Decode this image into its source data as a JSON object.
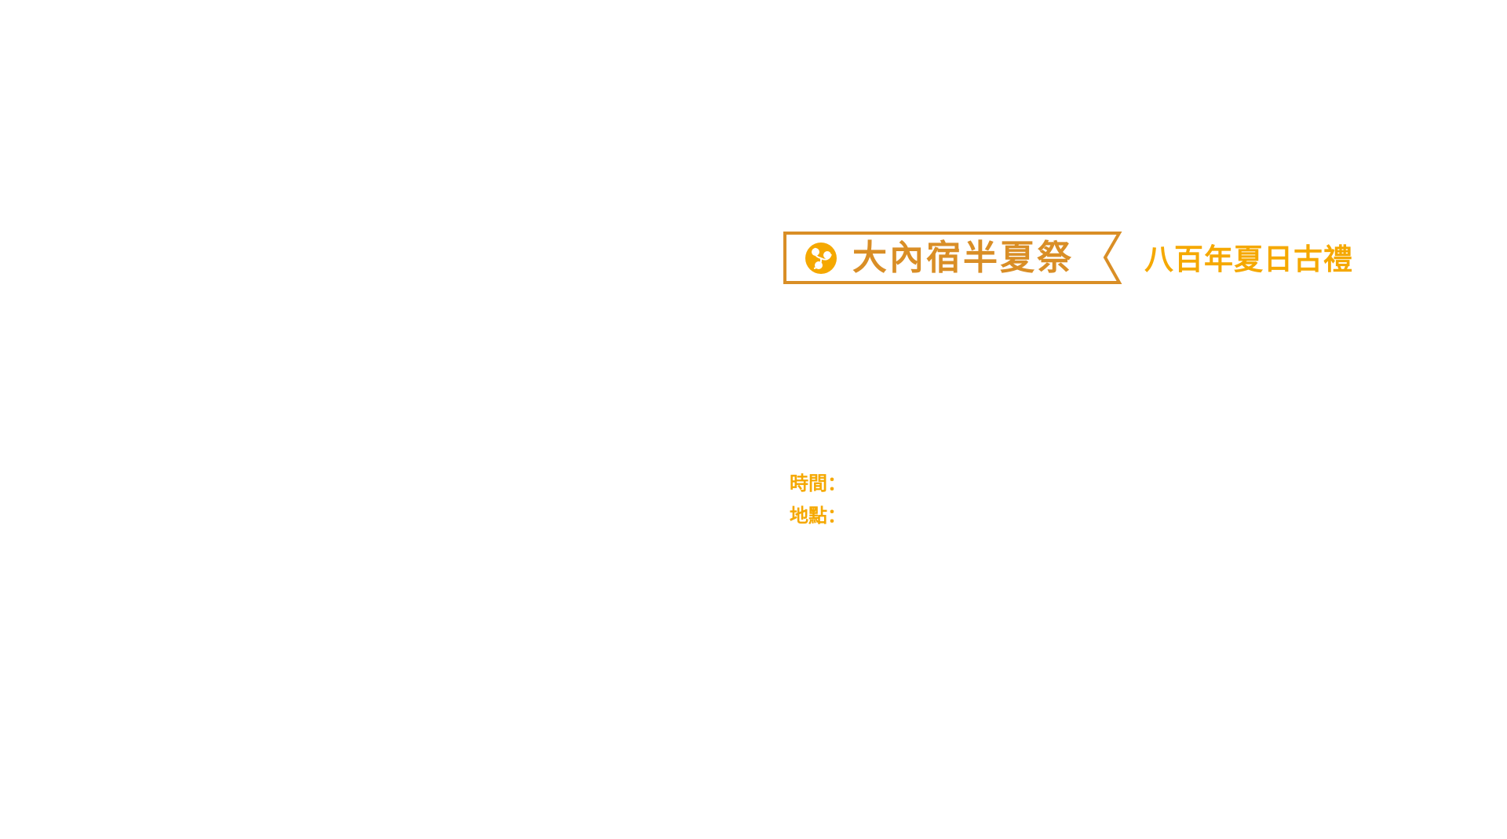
{
  "banner": {
    "title": "大內宿半夏祭",
    "subtitle": "八百年夏日古禮",
    "logo_icon": "mitsudomoe-icon"
  },
  "info": {
    "time_label": "時間：",
    "place_label": "地點："
  },
  "colors": {
    "banner": "#D98E26",
    "accent": "#F5A800",
    "background": "#FFFFFF"
  }
}
